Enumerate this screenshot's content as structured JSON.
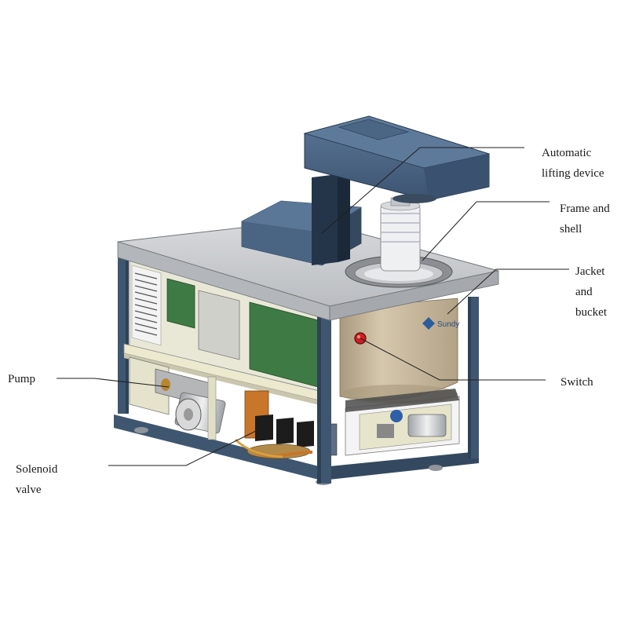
{
  "labels": {
    "automatic_lifting_device": [
      "Automatic",
      "lifting  device"
    ],
    "frame_and_shell": [
      "Frame and",
      "shell"
    ],
    "jacket_and_bucket": [
      "Jacket",
      "and",
      "bucket"
    ],
    "switch": "Switch",
    "pump": "Pump",
    "solenoid_valve": [
      "Solenoid",
      "valve"
    ]
  },
  "brand_text": "Sundy",
  "colors": {
    "frame": "#3f5670",
    "lid_blue": "#4a6584",
    "top_plate": "#c9ccd0",
    "panel_beige": "#e4e2c8",
    "circuit_green": "#3e7a44",
    "bucket_tan": "#c6b79d",
    "switch_red": "#cc2020",
    "valve_orange": "#c8762a"
  }
}
